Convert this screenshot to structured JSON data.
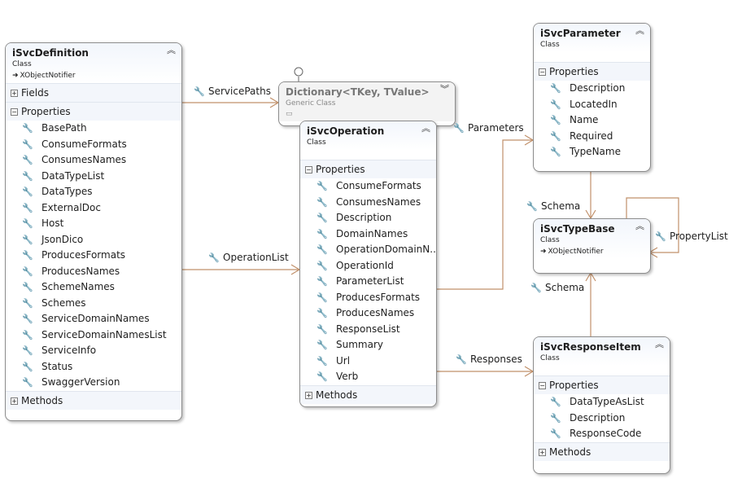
{
  "classes": {
    "definition": {
      "name": "iSvcDefinition",
      "kind": "Class",
      "base": "XObjectNotifier",
      "fields_label": "Fields",
      "properties_label": "Properties",
      "properties": [
        "BasePath",
        "ConsumeFormats",
        "ConsumesNames",
        "DataTypeList",
        "DataTypes",
        "ExternalDoc",
        "Host",
        "JsonDico",
        "ProducesFormats",
        "ProducesNames",
        "SchemeNames",
        "Schemes",
        "ServiceDomainNames",
        "ServiceDomainNamesList",
        "ServiceInfo",
        "Status",
        "SwaggerVersion"
      ],
      "methods_label": "Methods"
    },
    "dictionary": {
      "name": "Dictionary<TKey, TValue>",
      "kind": "Generic Class"
    },
    "operation": {
      "name": "iSvcOperation",
      "kind": "Class",
      "properties_label": "Properties",
      "properties": [
        "ConsumeFormats",
        "ConsumesNames",
        "Description",
        "DomainNames",
        "OperationDomainN...",
        "OperationId",
        "ParameterList",
        "ProducesFormats",
        "ProducesNames",
        "ResponseList",
        "Summary",
        "Url",
        "Verb"
      ],
      "methods_label": "Methods"
    },
    "parameter": {
      "name": "iSvcParameter",
      "kind": "Class",
      "properties_label": "Properties",
      "properties": [
        "Description",
        "LocatedIn",
        "Name",
        "Required",
        "TypeName"
      ]
    },
    "typebase": {
      "name": "iSvcTypeBase",
      "kind": "Class",
      "base": "XObjectNotifier"
    },
    "response": {
      "name": "iSvcResponseItem",
      "kind": "Class",
      "properties_label": "Properties",
      "properties": [
        "DataTypeAsList",
        "Description",
        "ResponseCode"
      ],
      "methods_label": "Methods"
    }
  },
  "associations": {
    "service_paths": "ServicePaths",
    "operation_list": "OperationList",
    "parameters": "Parameters",
    "responses": "Responses",
    "schema_param": "Schema",
    "schema_response": "Schema",
    "property_list": "PropertyList"
  },
  "colors": {
    "association": "#c0906a",
    "border": "#8c8c8c"
  }
}
